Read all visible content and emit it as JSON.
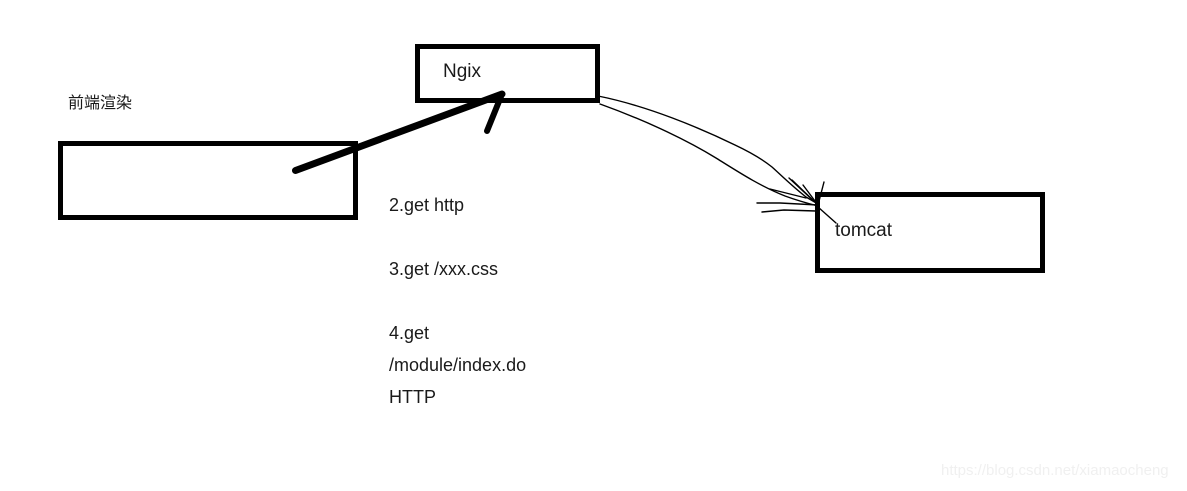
{
  "diagram": {
    "title": "frontend-nginx-tomcat request flow",
    "background_color": "#ffffff",
    "stroke_color": "#000000",
    "text_color": "#1a1a1a",
    "nodes": [
      {
        "id": "frontend",
        "label": "",
        "caption": "前端渲染"
      },
      {
        "id": "ngix",
        "label": "Ngix"
      },
      {
        "id": "tomcat",
        "label": "tomcat"
      }
    ],
    "notes": [
      {
        "id": "note2",
        "text": "2.get http"
      },
      {
        "id": "note3",
        "text": "3.get  /xxx.css"
      },
      {
        "id": "note4a",
        "text": "4.get"
      },
      {
        "id": "note4b",
        "text": "/module/index.do"
      },
      {
        "id": "note4c",
        "text": " HTTP"
      }
    ],
    "connectors": [
      {
        "id": "frontend-to-ngix",
        "style": "thick-arrow",
        "from": "frontend",
        "to": "ngix"
      },
      {
        "id": "ngix-to-tomcat",
        "style": "thin-double-line-arrow",
        "from": "ngix",
        "to": "tomcat"
      }
    ]
  },
  "watermark": {
    "text": "https://blog.csdn.net/xiamaocheng",
    "color": "#f0f0f0"
  }
}
